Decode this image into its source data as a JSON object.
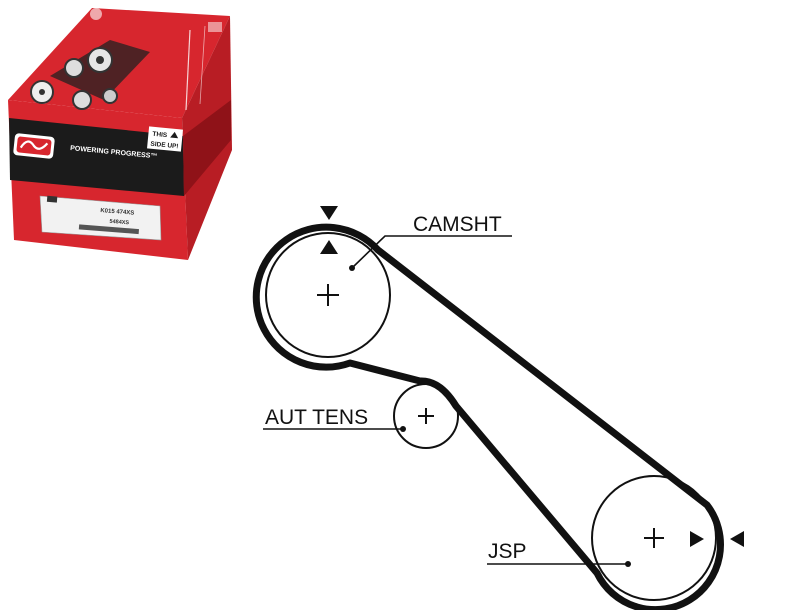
{
  "product_box": {
    "brand": "Gates",
    "tagline": "POWERING PROGRESS™",
    "orientation_line1": "THIS",
    "orientation_line2": "SIDE UP!",
    "label_line1": "K015 474XS",
    "label_line2": "5484XS",
    "colors": {
      "red": "#d7262e",
      "dark_red": "#a3161c",
      "black": "#1b1b1b",
      "white": "#ffffff"
    }
  },
  "diagram": {
    "labels": {
      "camshaft": "CAMSHT",
      "tensioner": "AUT TENS",
      "crankshaft": "JSP"
    },
    "colors": {
      "belt": "#111111",
      "pulley": "#111111"
    }
  }
}
